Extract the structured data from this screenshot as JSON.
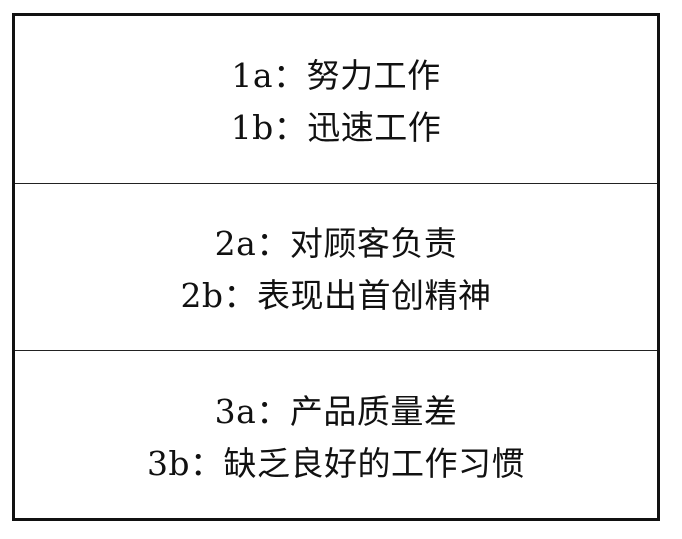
{
  "rows": [
    {
      "lines": [
        "1a：努力工作",
        "1b：迅速工作"
      ]
    },
    {
      "lines": [
        "2a：对顾客负责",
        "2b：表现出首创精神"
      ]
    },
    {
      "lines": [
        "3a：产品质量差",
        "3b：缺乏良好的工作习惯"
      ]
    }
  ]
}
